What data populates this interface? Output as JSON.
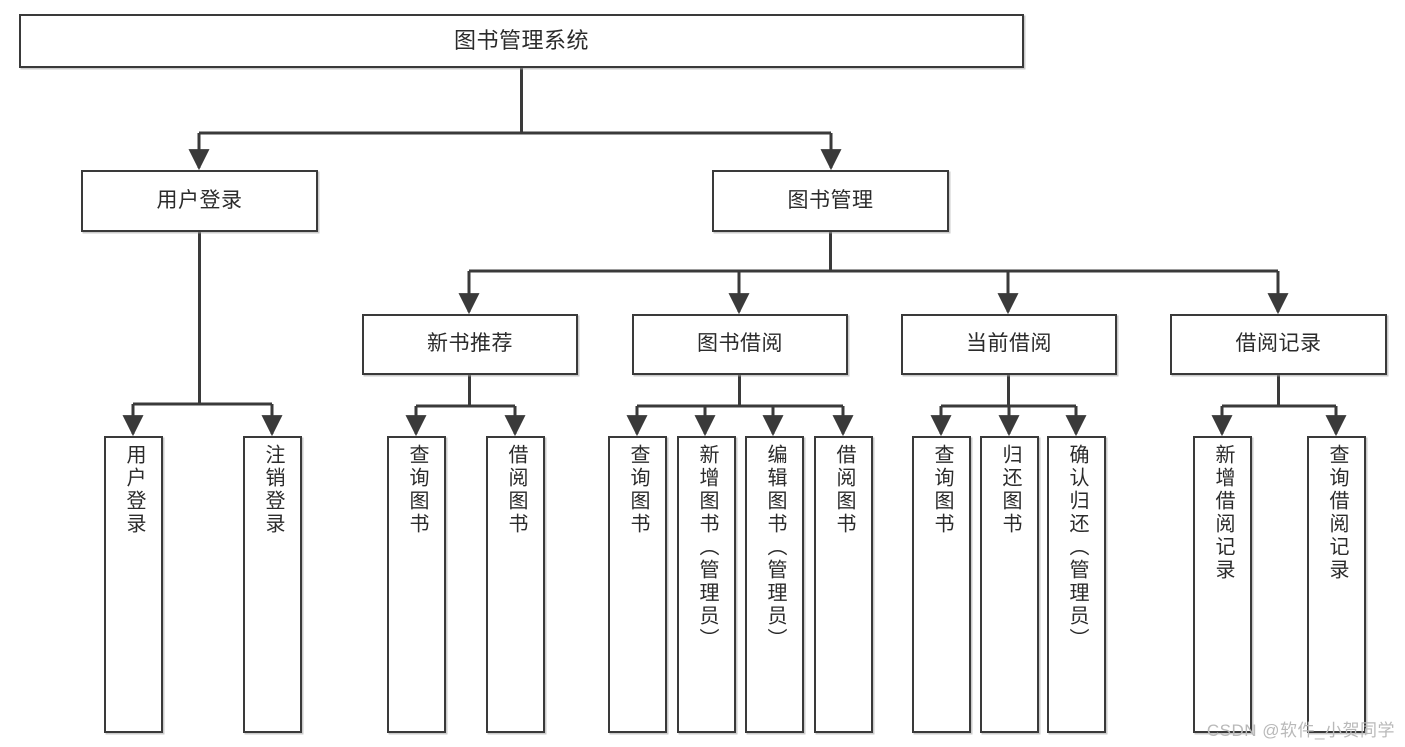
{
  "diagram": {
    "title": "图书管理系统",
    "type": "tree-hierarchy-functional-structure",
    "root": {
      "label": "图书管理系统"
    },
    "level2": [
      {
        "label": "用户登录"
      },
      {
        "label": "图书管理"
      }
    ],
    "level3": [
      {
        "label": "新书推荐"
      },
      {
        "label": "图书借阅"
      },
      {
        "label": "当前借阅"
      },
      {
        "label": "借阅记录"
      }
    ],
    "leaves": {
      "user_login": [
        {
          "label": "用户登录"
        },
        {
          "label": "注销登录"
        }
      ],
      "new_book_recommend": [
        {
          "label": "查询图书"
        },
        {
          "label": "借阅图书"
        }
      ],
      "book_borrow": [
        {
          "label": "查询图书"
        },
        {
          "label": "新增图书（管理员）"
        },
        {
          "label": "编辑图书（管理员）"
        },
        {
          "label": "借阅图书"
        }
      ],
      "current_borrow": [
        {
          "label": "查询图书"
        },
        {
          "label": "归还图书"
        },
        {
          "label": "确认归还（管理员）"
        }
      ],
      "borrow_record": [
        {
          "label": "新增借阅记录"
        },
        {
          "label": "查询借阅记录"
        }
      ]
    }
  },
  "watermark": {
    "text": "CSDN @软件_小贺同学"
  },
  "colors": {
    "box_border": "#3a3a3a",
    "box_fill": "#ffffff",
    "connector": "#3a3a3a",
    "text": "#2b2b2b",
    "watermark": "#b9b9b9",
    "page_background": "#ffffff"
  }
}
